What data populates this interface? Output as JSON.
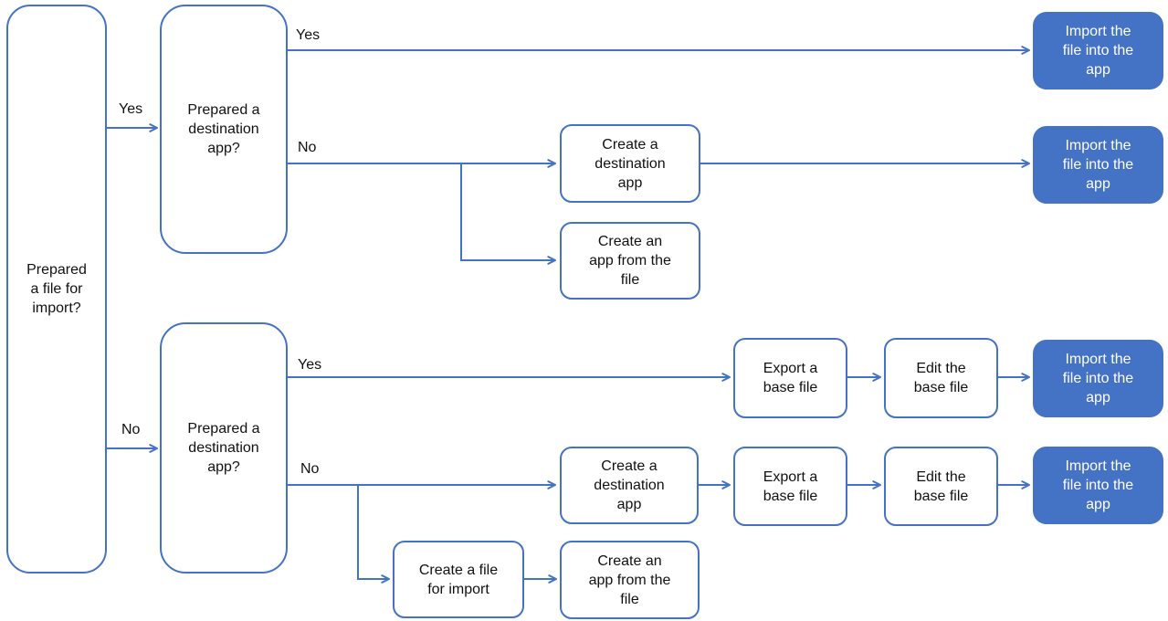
{
  "colors": {
    "accent": "#4472C4",
    "node-text": "#111111",
    "end-node-text": "#FFFFFF"
  },
  "nodes": {
    "q_file": "Prepared\na file for\nimport?",
    "q_dest_top": "Prepared a\ndestination\napp?",
    "q_dest_bottom": "Prepared a\ndestination\napp?",
    "import_top_yes": "Import the\nfile into the\napp",
    "create_dest_top": "Create a\ndestination\napp",
    "import_top_no": "Import the\nfile into the\napp",
    "create_app_top": "Create an\napp from the\nfile",
    "export_base_1": "Export a\nbase file",
    "edit_base_1": "Edit the\nbase file",
    "import_bottom_yes": "Import the\nfile into the\napp",
    "create_dest_bottom": "Create a\ndestination\napp",
    "export_base_2": "Export a\nbase file",
    "edit_base_2": "Edit the\nbase file",
    "import_bottom_no": "Import the\nfile into the\napp",
    "create_file": "Create a file\nfor import",
    "create_app_bottom": "Create an\napp from the\nfile"
  },
  "edge_labels": {
    "file_yes": "Yes",
    "file_no": "No",
    "dest_top_yes": "Yes",
    "dest_top_no": "No",
    "dest_bottom_yes": "Yes",
    "dest_bottom_no": "No"
  }
}
